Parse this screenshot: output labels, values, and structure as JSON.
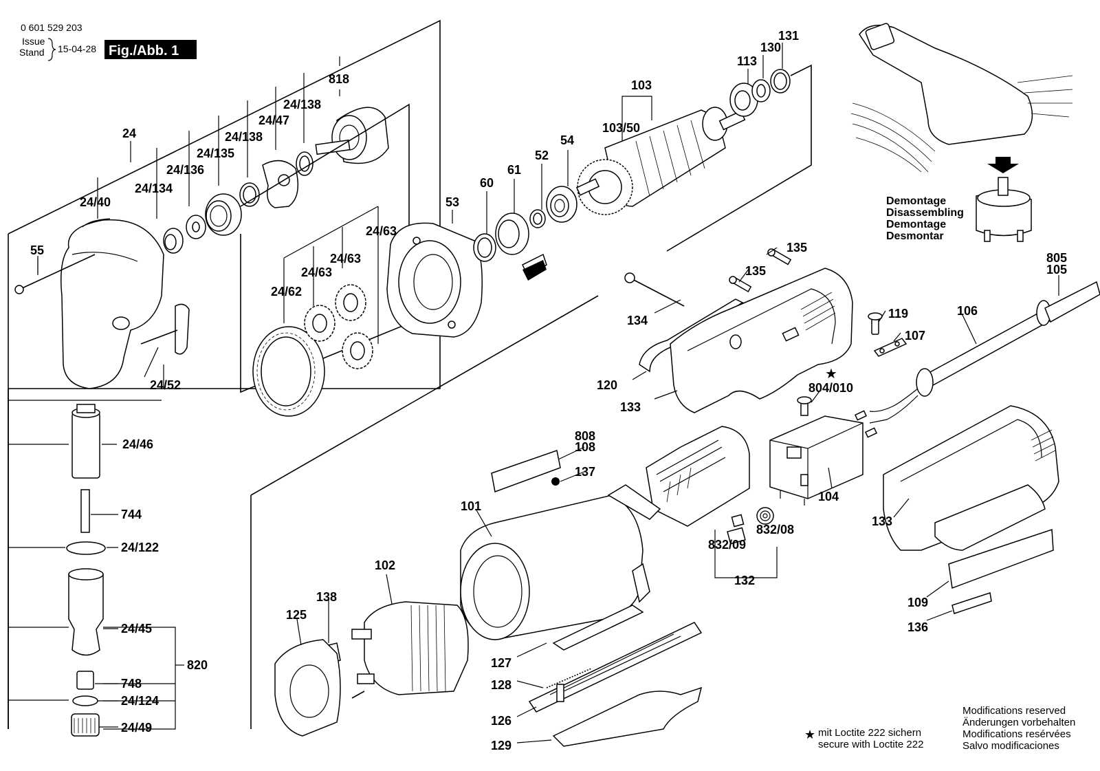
{
  "header": {
    "part_number": "0 601 529 203",
    "issue_label": "Issue",
    "stand_label": "Stand",
    "date": "15-04-28",
    "figure_label": "Fig./Abb. 1"
  },
  "disassembly": [
    "Demontage",
    "Disassembling",
    "Demontage",
    "Desmontar"
  ],
  "loctite": {
    "star": "★",
    "line1": "mit Loctite 222 sichern",
    "line2": "secure with Loctite 222"
  },
  "modifications": [
    "Modifications reserved",
    "Änderungen vorbehalten",
    "Modifications resérvées",
    "Salvo modificaciones"
  ],
  "labels": {
    "p24": "24",
    "p24_40": "24/40",
    "p24_134": "24/134",
    "p24_136": "24/136",
    "p24_135": "24/135",
    "p24_138a": "24/138",
    "p24_47": "24/47",
    "p24_138b": "24/138",
    "p818": "818",
    "p55": "55",
    "p24_52": "24/52",
    "p24_46": "24/46",
    "p744": "744",
    "p24_122": "24/122",
    "p24_45": "24/45",
    "p748": "748",
    "p24_124": "24/124",
    "p24_49": "24/49",
    "p820": "820",
    "p24_62": "24/62",
    "p24_63a": "24/63",
    "p24_63b": "24/63",
    "p24_63c": "24/63",
    "p53": "53",
    "p60": "60",
    "p61": "61",
    "p52": "52",
    "p54": "54",
    "p103": "103",
    "p103_50": "103/50",
    "p113": "113",
    "p130": "130",
    "p131": "131",
    "p134": "134",
    "p135a": "135",
    "p135b": "135",
    "p120": "120",
    "p133a": "133",
    "p119": "119",
    "p107": "107",
    "p106": "106",
    "p805": "805",
    "p105": "105",
    "p804_010": "804/010",
    "p808": "808",
    "p108": "108",
    "p137": "137",
    "p101": "101",
    "p104": "104",
    "p832_09": "832/09",
    "p832_08": "832/08",
    "p132": "132",
    "p133b": "133",
    "p102": "102",
    "p138": "138",
    "p125": "125",
    "p127": "127",
    "p128": "128",
    "p126": "126",
    "p129": "129",
    "p109": "109",
    "p136": "136",
    "star_804": "★"
  }
}
